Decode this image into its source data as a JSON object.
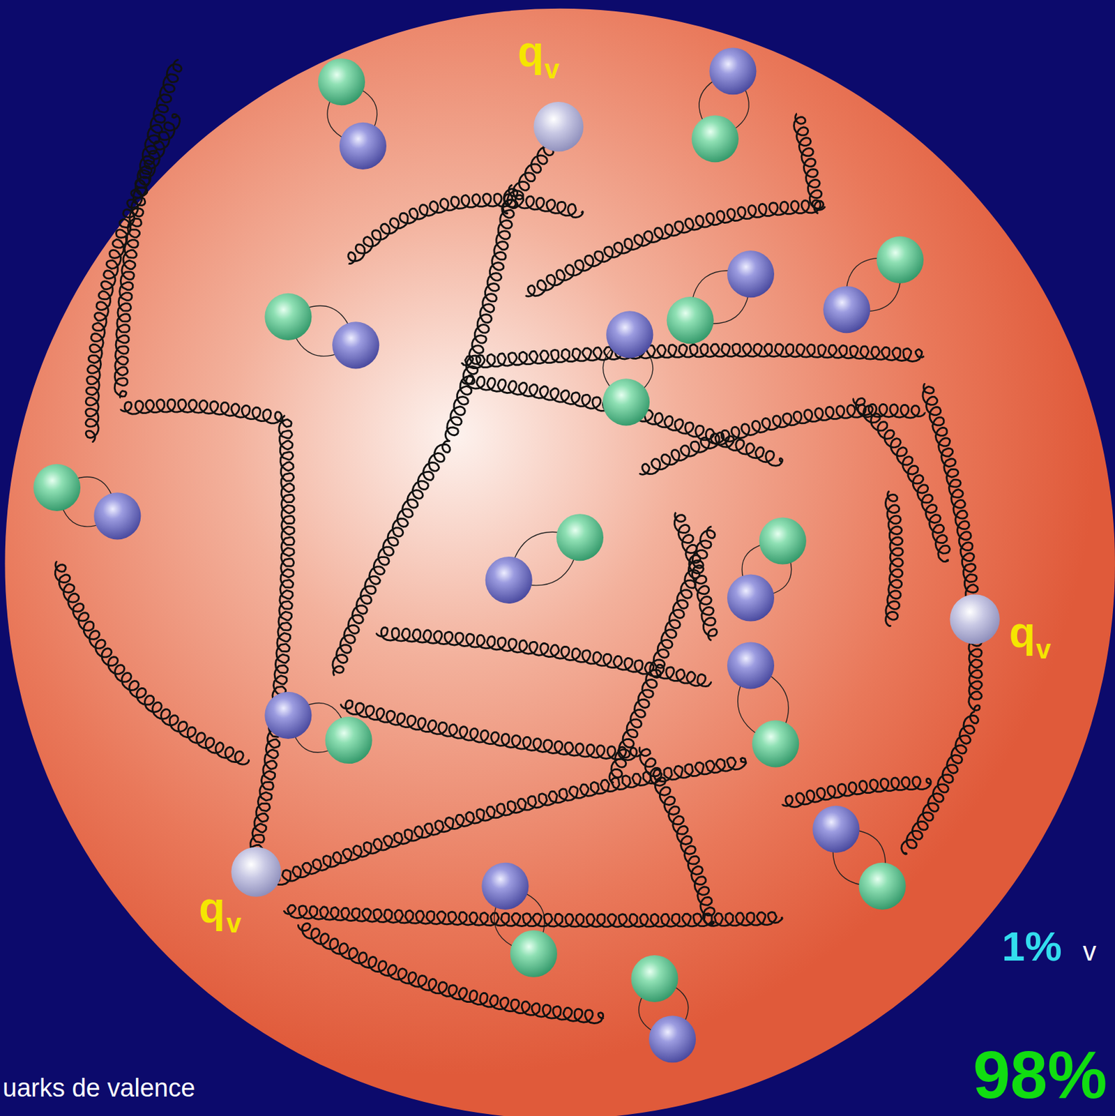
{
  "diagram": {
    "labels": [
      "q",
      "v",
      "q",
      "v",
      "q",
      "v",
      "1%",
      "v",
      "98%",
      "uarks de valence"
    ]
  }
}
